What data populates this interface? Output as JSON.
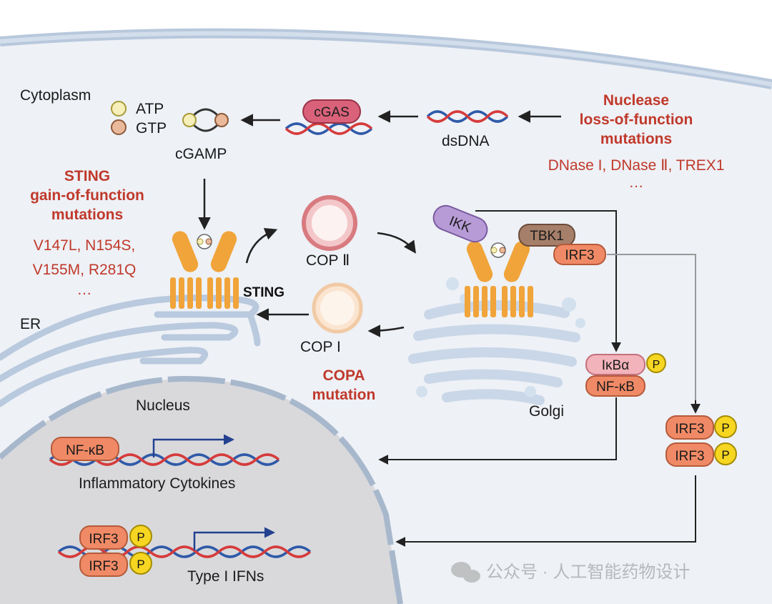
{
  "labels": {
    "cytoplasm": "Cytoplasm",
    "atp": "ATP",
    "gtp": "GTP",
    "cgamp": "cGAMP",
    "cgas": "cGAS",
    "dsdna": "dsDNA",
    "nuclease_line1": "Nuclease",
    "nuclease_line2": "loss-of-function",
    "nuclease_line3": "mutations",
    "nuclease_examples": "DNase I, DNase Ⅱ, TREX1",
    "nuclease_ellipsis": "…",
    "sting_gof_line1": "STING",
    "sting_gof_line2": "gain-of-function",
    "sting_gof_line3": "mutations",
    "sting_mut_line1": "V147L, N154S,",
    "sting_mut_line2": "V155M, R281Q",
    "sting_mut_ellipsis": "…",
    "sting": "STING",
    "er": "ER",
    "cop2": "COP Ⅱ",
    "cop1": "COP I",
    "copa_line1": "COPA",
    "copa_line2": "mutation",
    "ikk": "IKK",
    "tbk1": "TBK1",
    "irf3": "IRF3",
    "ikba": "IκBα",
    "nfkb": "NF-κB",
    "p": "P",
    "golgi": "Golgi",
    "nucleus": "Nucleus",
    "inflammatory": "Inflammatory Cytokines",
    "type1": "Type I IFNs"
  },
  "watermark": "公众号 · 人工智能药物设计",
  "colors": {
    "cell_bg": "#eef1f6",
    "membrane": "#b8c8dc",
    "nucleus": "#d9d9dc",
    "sting": "#f0a43a",
    "cgas": "#d9627a",
    "ikk": "#b79bd6",
    "tbk1": "#a67f6a",
    "irf3": "#f08a66",
    "ikba": "#f3b3bb",
    "phospho": "#f7d622",
    "dna_red": "#d63b3b",
    "dna_blue": "#2f5aa8",
    "text_red": "#c0392b"
  }
}
